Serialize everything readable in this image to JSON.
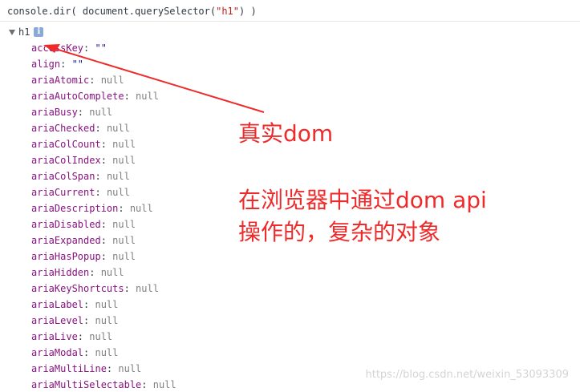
{
  "console": {
    "command_prefix": "console.dir( document.querySelector(",
    "command_arg": "\"h1\"",
    "command_suffix": ") )"
  },
  "object": {
    "name": "h1",
    "info_icon": "i"
  },
  "properties": [
    {
      "key": "accessKey",
      "value": "\"\"",
      "kind": "str"
    },
    {
      "key": "align",
      "value": "\"\"",
      "kind": "str"
    },
    {
      "key": "ariaAtomic",
      "value": "null",
      "kind": "null"
    },
    {
      "key": "ariaAutoComplete",
      "value": "null",
      "kind": "null"
    },
    {
      "key": "ariaBusy",
      "value": "null",
      "kind": "null"
    },
    {
      "key": "ariaChecked",
      "value": "null",
      "kind": "null"
    },
    {
      "key": "ariaColCount",
      "value": "null",
      "kind": "null"
    },
    {
      "key": "ariaColIndex",
      "value": "null",
      "kind": "null"
    },
    {
      "key": "ariaColSpan",
      "value": "null",
      "kind": "null"
    },
    {
      "key": "ariaCurrent",
      "value": "null",
      "kind": "null"
    },
    {
      "key": "ariaDescription",
      "value": "null",
      "kind": "null"
    },
    {
      "key": "ariaDisabled",
      "value": "null",
      "kind": "null"
    },
    {
      "key": "ariaExpanded",
      "value": "null",
      "kind": "null"
    },
    {
      "key": "ariaHasPopup",
      "value": "null",
      "kind": "null"
    },
    {
      "key": "ariaHidden",
      "value": "null",
      "kind": "null"
    },
    {
      "key": "ariaKeyShortcuts",
      "value": "null",
      "kind": "null"
    },
    {
      "key": "ariaLabel",
      "value": "null",
      "kind": "null"
    },
    {
      "key": "ariaLevel",
      "value": "null",
      "kind": "null"
    },
    {
      "key": "ariaLive",
      "value": "null",
      "kind": "null"
    },
    {
      "key": "ariaModal",
      "value": "null",
      "kind": "null"
    },
    {
      "key": "ariaMultiLine",
      "value": "null",
      "kind": "null"
    },
    {
      "key": "ariaMultiSelectable",
      "value": "null",
      "kind": "null"
    }
  ],
  "annotations": {
    "line1": "真实dom",
    "line2": "在浏览器中通过dom api",
    "line3": "操作的，复杂的对象",
    "color": "#ee2a2a"
  },
  "watermark": "https://blog.csdn.net/weixin_53093309"
}
